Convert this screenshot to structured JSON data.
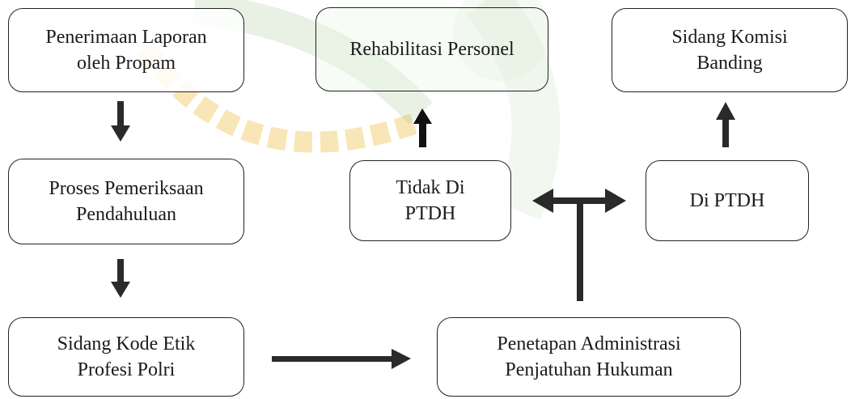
{
  "colors": {
    "stroke": "#222222",
    "arrow": "#2a2a2a",
    "text": "#1a1a1a",
    "watermark_green": "#7fb46a",
    "watermark_gold": "#f3d27a"
  },
  "nodes": {
    "penerimaan": "Penerimaan Laporan\noleh Propam",
    "pemeriksaan": "Proses Pemeriksaan\nPendahuluan",
    "sidang_kode_etik": "Sidang Kode Etik\nProfesi Polri",
    "penetapan": "Penetapan Administrasi\nPenjatuhan Hukuman",
    "tidak_ptdh": "Tidak Di\nPTDH",
    "di_ptdh": "Di PTDH",
    "rehabilitasi": "Rehabilitasi Personel",
    "sidang_komisi": "Sidang Komisi\nBanding"
  },
  "edges": [
    {
      "from": "penerimaan",
      "to": "pemeriksaan"
    },
    {
      "from": "pemeriksaan",
      "to": "sidang_kode_etik"
    },
    {
      "from": "sidang_kode_etik",
      "to": "penetapan"
    },
    {
      "from": "penetapan",
      "to": "tidak_ptdh"
    },
    {
      "from": "penetapan",
      "to": "di_ptdh"
    },
    {
      "from": "tidak_ptdh",
      "to": "rehabilitasi"
    },
    {
      "from": "di_ptdh",
      "to": "sidang_komisi"
    }
  ]
}
